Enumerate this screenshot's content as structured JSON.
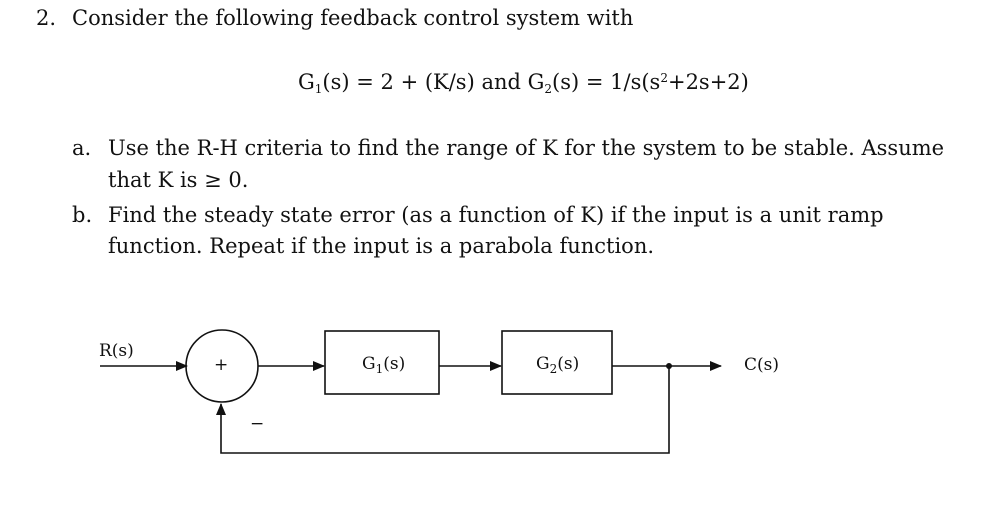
{
  "question": {
    "number": "2.",
    "intro": "Consider the following feedback control system with",
    "equation": {
      "g1_name": "G",
      "g1_sub": "1",
      "g1_expr": "(s) = 2 + (K/s) and ",
      "g2_name": "G",
      "g2_sub": "2",
      "g2_expr_a": "(s) = 1/s(s",
      "g2_sup": "2",
      "g2_expr_b": "+2s+2)"
    },
    "parts": [
      {
        "letter": "a.",
        "line1": "Use the R-H criteria to find the range of K for the system to be stable. Assume",
        "line2": "that K is ≥ 0."
      },
      {
        "letter": "b.",
        "line1": "Find the steady state error (as a function of K) if the input is a unit ramp",
        "line2": "function. Repeat if the input is a parabola function."
      }
    ]
  },
  "diagram": {
    "input_label": "R(s)",
    "output_label": "C(s)",
    "summer_plus": "+",
    "summer_minus": "−",
    "block1": {
      "name": "G",
      "sub": "1",
      "suffix": "(s)"
    },
    "block2": {
      "name": "G",
      "sub": "2",
      "suffix": "(s)"
    }
  }
}
